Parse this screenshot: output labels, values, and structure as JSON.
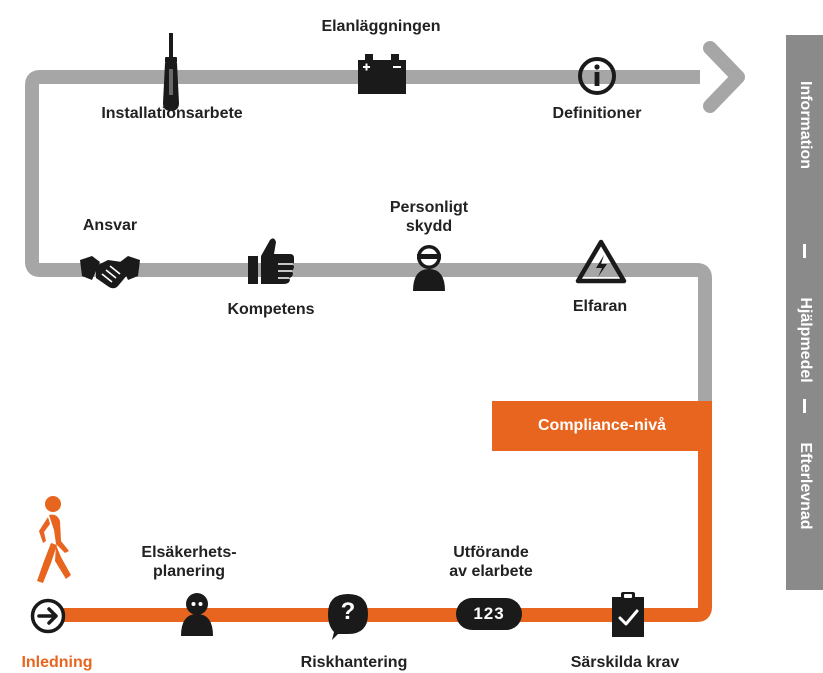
{
  "top_row": {
    "elanlaggningen": "Elanläggningen",
    "installationsarbete": "Installationsarbete",
    "definitioner": "Definitioner"
  },
  "middle_row": {
    "ansvar": "Ansvar",
    "personligt_skydd_line1": "Personligt",
    "personligt_skydd_line2": "skydd",
    "kompetens": "Kompetens",
    "elfaran": "Elfaran"
  },
  "compliance_label": "Compliance-nivå",
  "bottom_row": {
    "elsakerhets_line1": "Elsäkerhets-",
    "elsakerhets_line2": "planering",
    "utforande_line1": "Utförande",
    "utforande_line2": "av elarbete",
    "inledning": "Inledning",
    "riskhantering": "Riskhantering",
    "sarskilda_krav": "Särskilda krav",
    "numbers_badge": "123"
  },
  "sidebar": {
    "items": [
      "Information",
      "Hjälpmedel",
      "Efterlevnad"
    ],
    "separator": "|"
  },
  "colors": {
    "orange": "#e8651f",
    "grey_path": "#a6a6a6",
    "sidebar": "#8a8a8a",
    "dark": "#1a1a1a"
  },
  "icons": {
    "screwdriver": "screwdriver-icon",
    "battery": "battery-icon",
    "info": "info-icon",
    "handshake": "handshake-icon",
    "thumbs_up": "thumbs-up-icon",
    "welder": "welder-icon",
    "warning": "warning-icon",
    "walker": "walking-person-icon",
    "arrow_circle": "arrow-circle-icon",
    "person": "person-icon",
    "question": "question-icon",
    "clipboard": "clipboard-check-icon"
  }
}
